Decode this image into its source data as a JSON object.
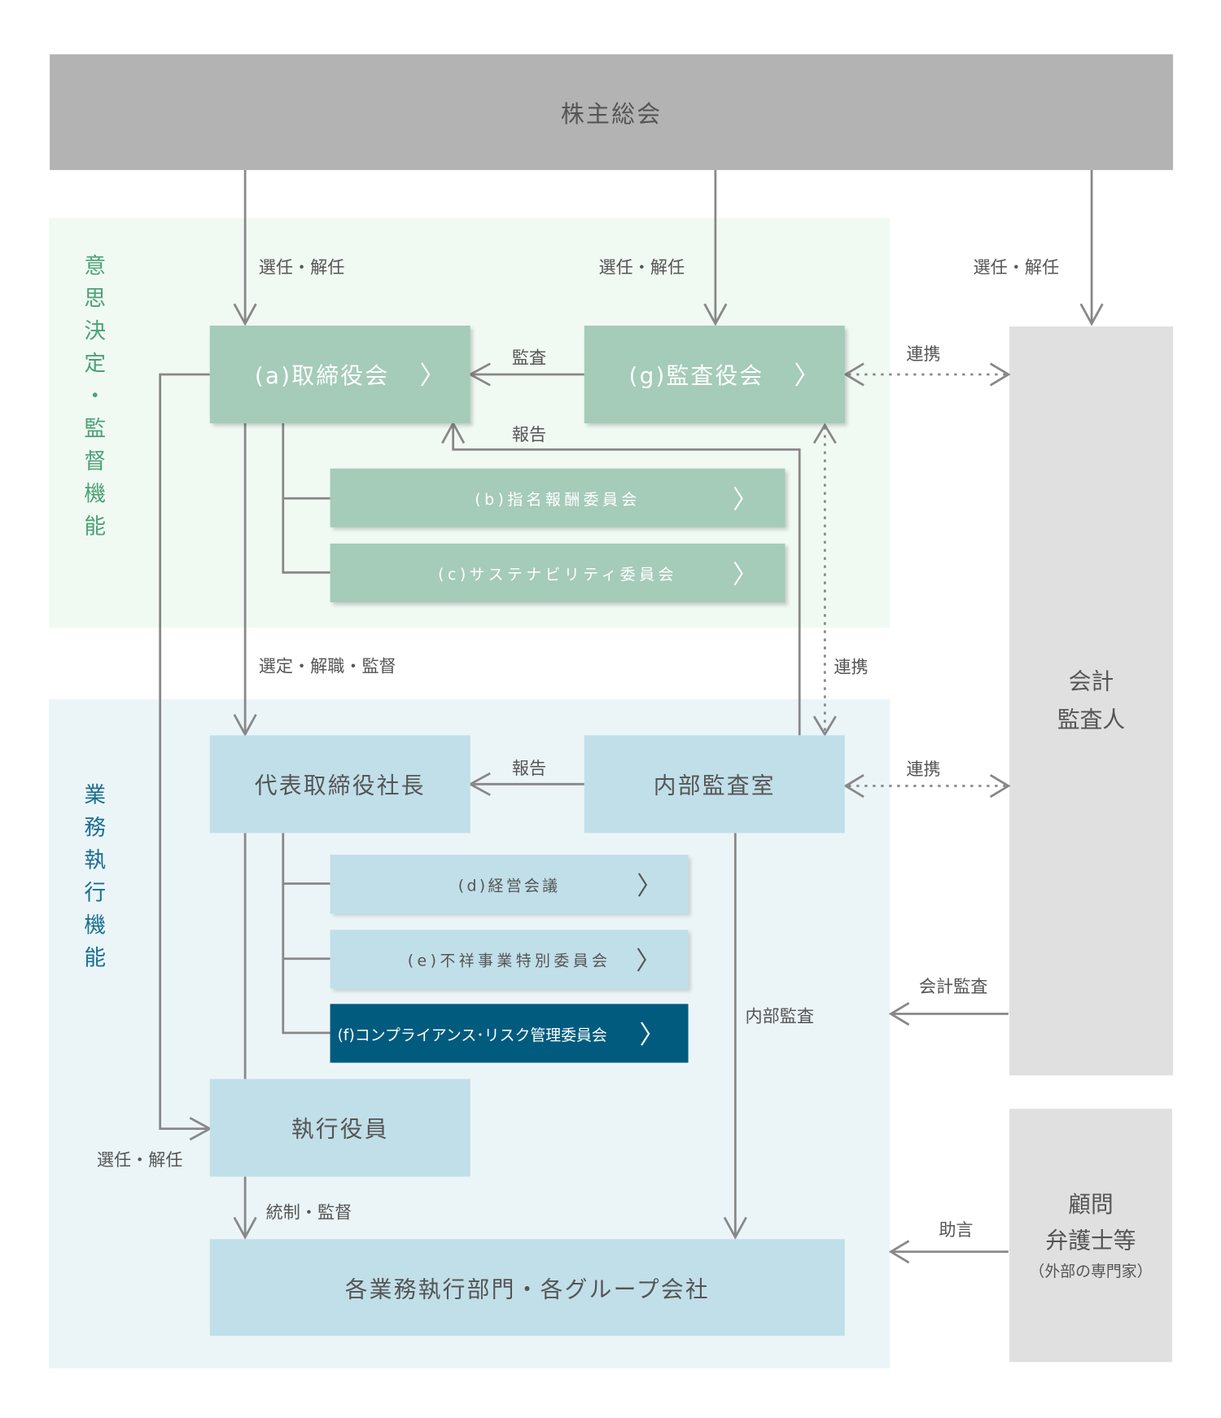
{
  "colors": {
    "board_green": "#a5cbb9",
    "exec_blue": "#c1dfe9",
    "highlight": "#005b7f",
    "shareholders_gray": "#b3b3b3",
    "auditor_gray": "#e0e0e0",
    "supervision_label": "#4aa275",
    "execution_label": "#1a6f90",
    "line": "#888888"
  },
  "shareholders": "株主総会",
  "zones": {
    "supervision": [
      "意",
      "思",
      "決",
      "定",
      "・",
      "監",
      "督",
      "機",
      "能"
    ],
    "execution": [
      "業",
      "務",
      "執",
      "行",
      "機",
      "能"
    ]
  },
  "boxes": {
    "board": "(a)取締役会",
    "audit_board": "(g)監査役会",
    "nomination": "(b)指名報酬委員会",
    "sustainability": "(c)サステナビリティ委員会",
    "president": "代表取締役社長",
    "internal_audit": "内部監査室",
    "management": "(d)経営会議",
    "scandal": "(e)不祥事業特別委員会",
    "compliance": "(f)コンプライアンス･リスク管理委員会",
    "officers": "執行役員",
    "divisions": "各業務執行部門・各グループ会社",
    "accounting_auditor": [
      "会計",
      "監査人"
    ],
    "advisors": [
      "顧問",
      "弁護士等",
      "（外部の専門家）"
    ]
  },
  "labels": {
    "elect1": "選任・解任",
    "elect2": "選任・解任",
    "elect3": "選任・解任",
    "audit": "監査",
    "report1": "報告",
    "link1": "連携",
    "appoint": "選定・解職・監督",
    "link2": "連携",
    "report2": "報告",
    "link3": "連携",
    "accounting_audit": "会計監査",
    "internal_audit": "内部監査",
    "elect4": "選任・解任",
    "control": "統制・監督",
    "advice": "助言"
  },
  "chevron_icon": "chevron-right"
}
